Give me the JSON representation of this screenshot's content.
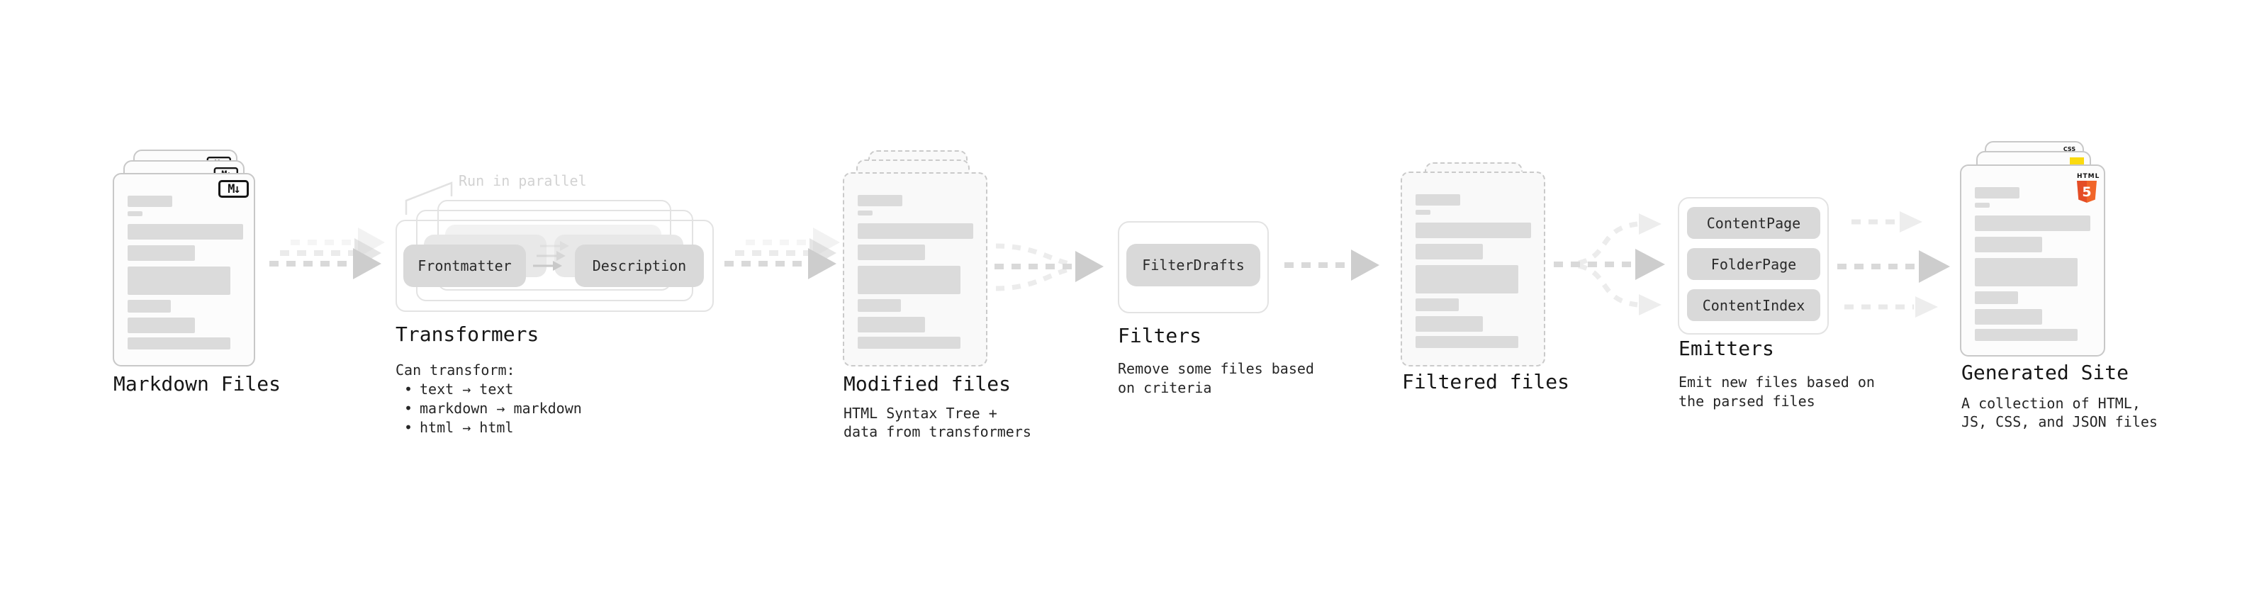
{
  "stages": {
    "markdown": {
      "title": "Markdown Files"
    },
    "transformers": {
      "title": "Transformers",
      "annotation": "Run in parallel",
      "steps": [
        "Frontmatter",
        "Description"
      ],
      "caption": "Can transform:",
      "bullets": [
        "text → text",
        "markdown → markdown",
        "html → html"
      ]
    },
    "modified": {
      "title": "Modified files",
      "caption_lines": [
        "HTML Syntax Tree +",
        "data from transformers"
      ]
    },
    "filters": {
      "title": "Filters",
      "items": [
        "FilterDrafts"
      ],
      "caption_lines": [
        "Remove some files based",
        "on criteria"
      ]
    },
    "filtered": {
      "title": "Filtered files"
    },
    "emitters": {
      "title": "Emitters",
      "items": [
        "ContentPage",
        "FolderPage",
        "ContentIndex"
      ],
      "caption_lines": [
        "Emit new files based on",
        "the parsed files"
      ]
    },
    "generated": {
      "title": "Generated Site",
      "caption_lines": [
        "A collection of HTML,",
        "JS, CSS, and JSON files"
      ]
    }
  },
  "icons": {
    "markdown_badge": "M↓",
    "html5_text": "HTML",
    "html5_number": "5",
    "css_badge": "CSS"
  },
  "colors": {
    "html5_orange": "#e44d26",
    "js_yellow": "#fada10",
    "css_blue": "#2b6bf3",
    "pill_gray": "#d9d9d9",
    "bar_gray": "#dbdbdb",
    "arrow_gray": "#cdcdcd",
    "border_light": "#e3e3e3",
    "annotation_gray": "#d2d2d2",
    "text_dark": "#161616"
  }
}
